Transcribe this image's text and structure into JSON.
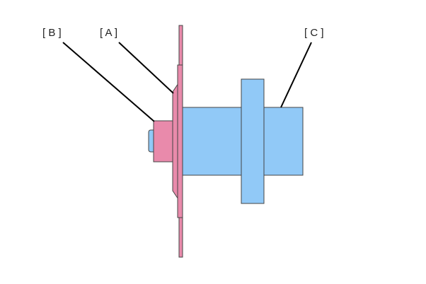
{
  "labels": {
    "a": "[ A ]",
    "b": "[ B ]",
    "c": "[ C ]"
  },
  "colors": {
    "pink_part": "#e98aab",
    "blue_part": "#91c9f7",
    "outline": "#444444",
    "leader_line": "#000000",
    "background": "#ffffff"
  }
}
